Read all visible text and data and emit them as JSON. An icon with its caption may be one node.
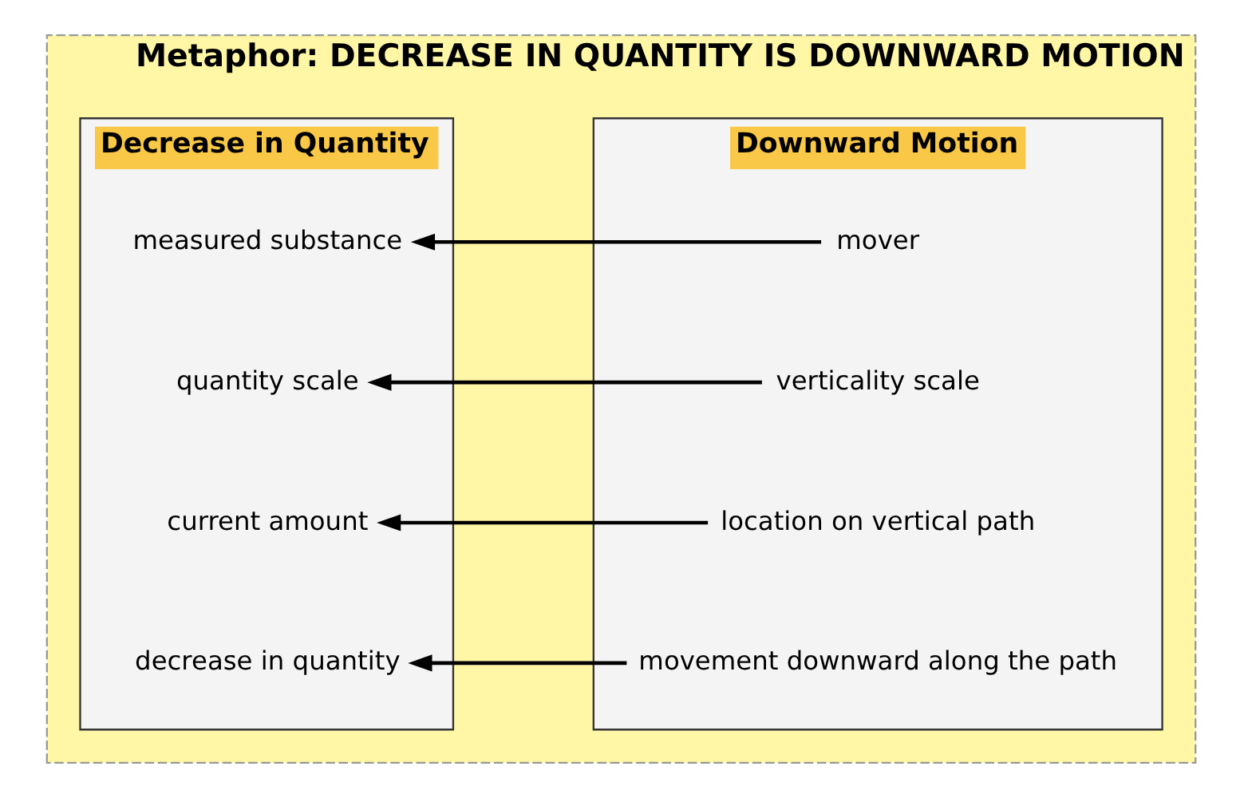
{
  "diagram": {
    "nodes": [
      {
        "text": [
          "Metaphor: DECREASE IN QUANTITY IS DOWNWARD MOTION"
        ]
      },
      {
        "text": [
          "Decrease in Quantity"
        ],
        "in": 0
      },
      {
        "text": [
          "Downward Motion"
        ],
        "in": 0
      },
      {
        "text": [
          "measured substance"
        ],
        "in": 1
      },
      {
        "text": [
          "quantity scale"
        ],
        "in": 1
      },
      {
        "text": [
          "current amount"
        ],
        "in": 1
      },
      {
        "text": [
          "decrease in quantity"
        ],
        "in": 1
      },
      {
        "text": [
          "mover"
        ],
        "in": 2
      },
      {
        "text": [
          "verticality scale"
        ],
        "in": 2
      },
      {
        "text": [
          "location on vertical path"
        ],
        "in": 2
      },
      {
        "text": [
          "movement downward along the path"
        ],
        "in": 2
      }
    ],
    "edges": [
      {
        "from": 7,
        "to": 3,
        "arrow": "to"
      },
      {
        "from": 8,
        "to": 4,
        "arrow": "to"
      },
      {
        "from": 9,
        "to": 5,
        "arrow": "to"
      },
      {
        "from": 10,
        "to": 6,
        "arrow": "to"
      }
    ]
  }
}
